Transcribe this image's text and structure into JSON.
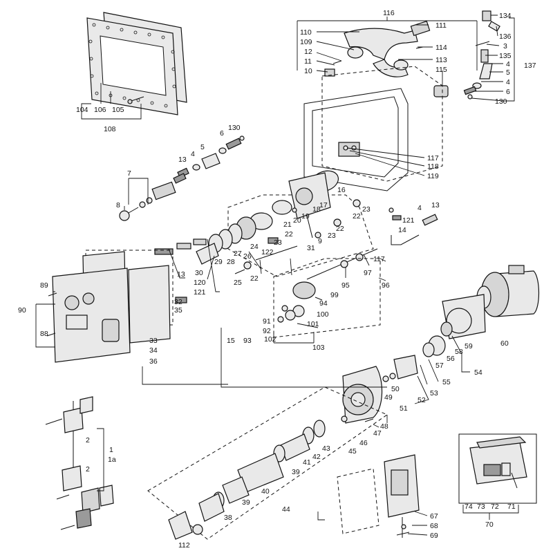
{
  "callouts": {
    "c116": "116",
    "c134": "134",
    "c136": "136",
    "c3": "3",
    "c135": "135",
    "c137": "137",
    "c4a": "4",
    "c5a": "5",
    "c4b": "4",
    "c6a": "6",
    "c130a": "130",
    "c111": "111",
    "c110": "110",
    "c109": "109",
    "c114": "114",
    "c12": "12",
    "c11": "11",
    "c113": "113",
    "c10": "10",
    "c115": "115",
    "c104": "104",
    "c106": "106",
    "c105": "105",
    "c108": "108",
    "c130b": "130",
    "c6b": "6",
    "c4c": "4",
    "c5b": "5",
    "c13a": "13",
    "c7": "7",
    "c8": "8",
    "c117a": "117",
    "c118": "118",
    "c119": "119",
    "c16": "16",
    "c17": "17",
    "c18": "18",
    "c19": "19",
    "c20": "20",
    "c21": "21",
    "c22a": "22",
    "c23a": "23",
    "c22b": "22",
    "c23b": "23",
    "c22c": "22",
    "c23c": "23",
    "c9": "9",
    "c24": "24",
    "c26": "26",
    "c27": "27",
    "c28": "28",
    "c29": "29",
    "c30": "30",
    "c31": "31",
    "c120": "120",
    "c121a": "121",
    "c122": "122",
    "c25": "25",
    "c22d": "22",
    "c4d": "4",
    "c121b": "121",
    "c13b": "13",
    "c14": "14",
    "c117b": "117",
    "c97": "97",
    "c96": "96",
    "c95": "95",
    "c99": "99",
    "c94": "94",
    "c100": "100",
    "c101": "101",
    "c91": "91",
    "c92": "92",
    "c93": "93",
    "c102": "102",
    "c103": "103",
    "c15": "15",
    "c89": "89",
    "c90": "90",
    "c88": "88",
    "c13c": "13",
    "c32": "32",
    "c35": "35",
    "c33": "33",
    "c34": "34",
    "c36": "36",
    "c60": "60",
    "c59": "59",
    "c58": "58",
    "c56": "56",
    "c57": "57",
    "c55": "55",
    "c54": "54",
    "c53": "53",
    "c52": "52",
    "c50": "50",
    "c49": "49",
    "c51": "51",
    "c48": "48",
    "c47": "47",
    "c46": "46",
    "c45": "45",
    "c43": "43",
    "c42": "42",
    "c41": "41",
    "c39a": "39",
    "c40": "40",
    "c39b": "39",
    "c38": "38",
    "c44": "44",
    "c112": "112",
    "c2a": "2",
    "c1": "1",
    "c1a": "1a",
    "c2b": "2",
    "c67": "67",
    "c68": "68",
    "c69": "69",
    "c74": "74",
    "c73": "73",
    "c72": "72",
    "c71": "71",
    "c70": "70"
  }
}
